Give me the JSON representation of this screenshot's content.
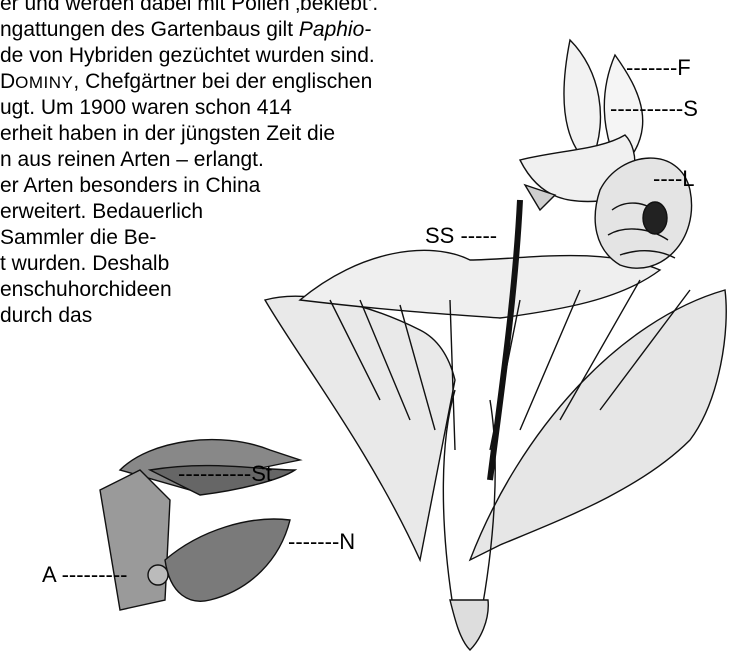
{
  "body_text": {
    "lines": [
      {
        "pre": "er und werden dabei mit Pollen ‚beklebt‘.",
        "small": "",
        "em": "",
        "post": ""
      },
      {
        "pre": "ngattungen des Gartenbaus gilt ",
        "small": "",
        "em": "Paphio-",
        "post": ""
      },
      {
        "pre": "de von Hybriden gezüchtet wurden sind.",
        "small": "",
        "em": "",
        "post": ""
      },
      {
        "pre": " D",
        "small": "OMINY",
        "em": "",
        "post": ", Chefgärtner bei der englischen"
      },
      {
        "pre": "ugt. Um 1900 waren schon 414",
        "small": "",
        "em": "",
        "post": ""
      },
      {
        "pre": "erheit haben in der jüngsten Zeit die",
        "small": "",
        "em": "",
        "post": ""
      },
      {
        "pre": "n aus reinen Arten – erlangt.",
        "small": "",
        "em": "",
        "post": ""
      },
      {
        "pre": "er Arten besonders in China",
        "small": "",
        "em": "",
        "post": ""
      },
      {
        "pre": " erweitert. Bedauerlich",
        "small": "",
        "em": "",
        "post": ""
      },
      {
        "pre": "Sammler die Be-",
        "small": "",
        "em": "",
        "post": ""
      },
      {
        "pre": "t wurden. Deshalb",
        "small": "",
        "em": "",
        "post": ""
      },
      {
        "pre": "enschuhorchideen",
        "small": "",
        "em": "",
        "post": ""
      },
      {
        "pre": " durch das",
        "small": "",
        "em": "",
        "post": ""
      }
    ]
  },
  "plant_labels": {
    "F": "-------F",
    "S": "----------S",
    "L": "----L",
    "SS": "SS -----"
  },
  "column_labels": {
    "St": "----------St",
    "N": "-------N",
    "A": "A ---------"
  }
}
